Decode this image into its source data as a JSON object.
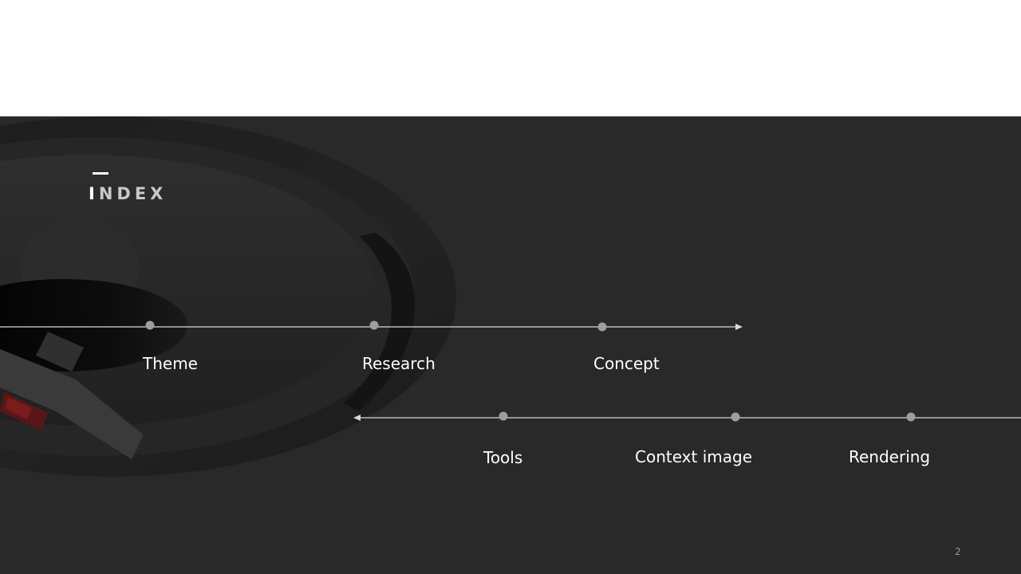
{
  "slide": {
    "title_first": "I",
    "title_rest": "NDEX",
    "page_number": "2"
  },
  "timeline": {
    "row1": [
      {
        "label": "Theme"
      },
      {
        "label": "Research"
      },
      {
        "label": "Concept"
      }
    ],
    "row2": [
      {
        "label": "Tools"
      },
      {
        "label": "Context image"
      },
      {
        "label": "Rendering"
      }
    ]
  },
  "colors": {
    "background": "#292929",
    "header": "#ffffff",
    "line": "#d9d9d9",
    "dot": "#9e9e9e",
    "text": "#ffffff"
  }
}
